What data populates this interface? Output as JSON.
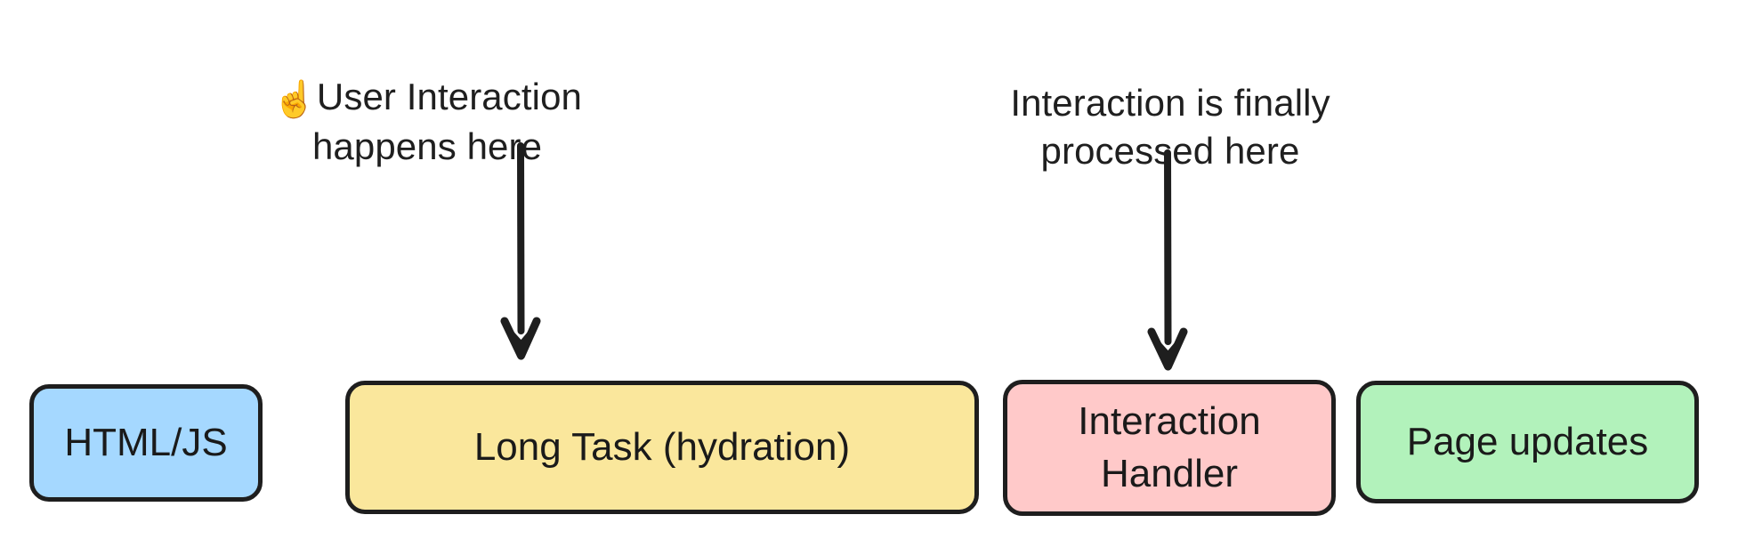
{
  "diagram": {
    "title": "Hydration long task blocking interaction timeline",
    "background_color": "#ffffff",
    "stroke_color": "#1e1e1e",
    "text_color": "#1a1a1a"
  },
  "annotations": [
    {
      "id": "user-interaction",
      "emoji": "☝️",
      "emoji_name": "point-up-finger-icon",
      "text": "User Interaction\nhappens here",
      "line1": "User Interaction",
      "line2": "happens here",
      "points_to": "Long Task (hydration)"
    },
    {
      "id": "processed",
      "emoji": "",
      "text": "Interaction is finally\nprocessed here",
      "line1": "Interaction is finally",
      "line2": "processed here",
      "points_to": "Interaction Handler"
    }
  ],
  "arrows": [
    {
      "id": "arrow-user",
      "direction": "down",
      "from": "user-interaction-label",
      "to": "long-task-box"
    },
    {
      "id": "arrow-processed",
      "direction": "down",
      "from": "processed-label",
      "to": "interaction-handler-box"
    }
  ],
  "timeline": {
    "boxes": [
      {
        "id": "html-js",
        "label": "HTML/JS",
        "fill": "#A5D8FF",
        "stroke": "#1e1e1e"
      },
      {
        "id": "long-task",
        "label": "Long Task (hydration)",
        "fill": "#FAE79C",
        "stroke": "#1e1e1e"
      },
      {
        "id": "interaction-handler",
        "label": "Interaction\nHandler",
        "fill": "#FFC9C9",
        "stroke": "#1e1e1e"
      },
      {
        "id": "page-updates",
        "label": "Page updates",
        "fill": "#B2F2BB",
        "stroke": "#1e1e1e"
      }
    ]
  }
}
